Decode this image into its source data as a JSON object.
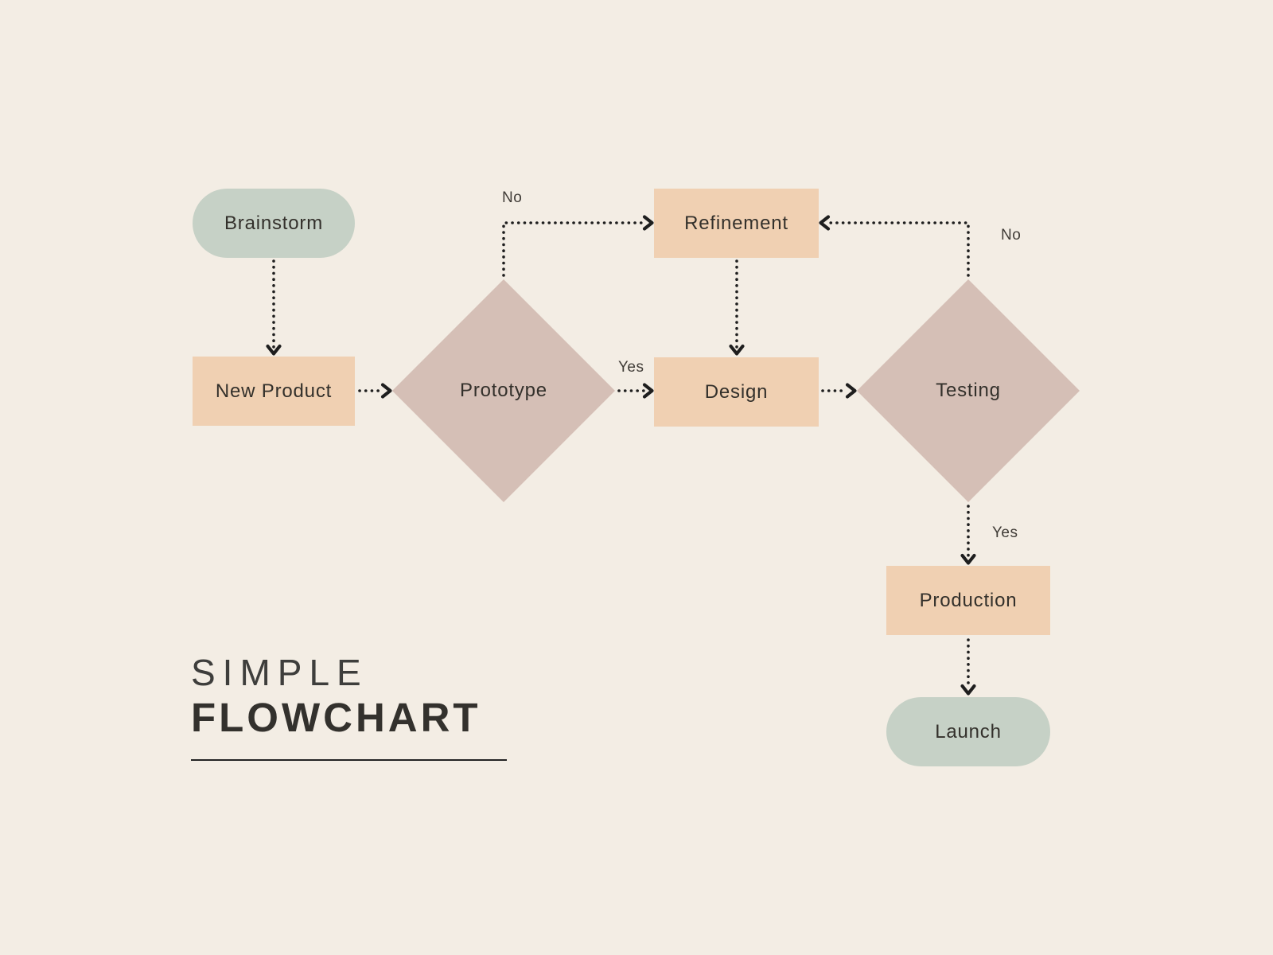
{
  "title": {
    "line1": "SIMPLE",
    "line2": "FLOWCHART"
  },
  "colors": {
    "bg": "#f3ede4",
    "sage": "#c6d1c6",
    "peach": "#f0d0b2",
    "mauve": "#d5bfb6",
    "node-text": "#33302b",
    "label-text": "#3f3b36",
    "line": "#1e1e1e"
  },
  "diagram": {
    "type": "flowchart",
    "nodes": [
      {
        "id": "brainstorm",
        "label": "Brainstorm",
        "shape": "pill",
        "color": "#c6d1c6"
      },
      {
        "id": "new_product",
        "label": "New Product",
        "shape": "rect",
        "color": "#f0d0b2"
      },
      {
        "id": "prototype",
        "label": "Prototype",
        "shape": "diamond",
        "color": "#d5bfb6"
      },
      {
        "id": "refinement",
        "label": "Refinement",
        "shape": "rect",
        "color": "#f0d0b2"
      },
      {
        "id": "design",
        "label": "Design",
        "shape": "rect",
        "color": "#f0d0b2"
      },
      {
        "id": "testing",
        "label": "Testing",
        "shape": "diamond",
        "color": "#d5bfb6"
      },
      {
        "id": "production",
        "label": "Production",
        "shape": "rect",
        "color": "#f0d0b2"
      },
      {
        "id": "launch",
        "label": "Launch",
        "shape": "pill",
        "color": "#c6d1c6"
      }
    ],
    "edges": [
      {
        "from": "brainstorm",
        "to": "new_product",
        "label": "",
        "style": "dotted-arrow"
      },
      {
        "from": "new_product",
        "to": "prototype",
        "label": "",
        "style": "dotted-arrow"
      },
      {
        "from": "prototype",
        "to": "refinement",
        "label": "No",
        "style": "dotted-arrow"
      },
      {
        "from": "prototype",
        "to": "design",
        "label": "Yes",
        "style": "dotted-arrow"
      },
      {
        "from": "refinement",
        "to": "design",
        "label": "",
        "style": "dotted-arrow"
      },
      {
        "from": "design",
        "to": "testing",
        "label": "",
        "style": "dotted-arrow"
      },
      {
        "from": "testing",
        "to": "refinement",
        "label": "No",
        "style": "dotted-arrow"
      },
      {
        "from": "testing",
        "to": "production",
        "label": "Yes",
        "style": "dotted-arrow"
      },
      {
        "from": "production",
        "to": "launch",
        "label": "",
        "style": "dotted-arrow"
      }
    ]
  }
}
